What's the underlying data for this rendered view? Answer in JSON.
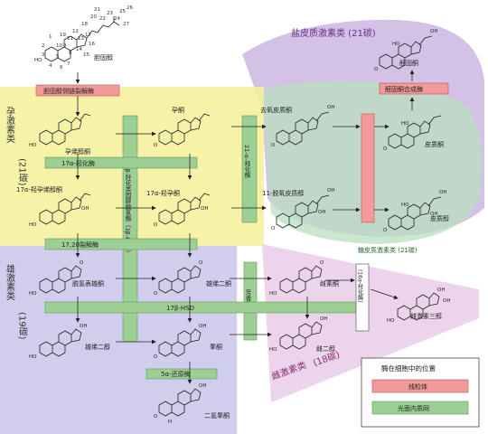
{
  "regions": {
    "progestogen": {
      "title": "孕激素类",
      "count": "(21碳)",
      "color": "#f4f19a"
    },
    "androgen": {
      "title": "雄激素类",
      "count": "(19碳)",
      "color": "#c9c5ea"
    },
    "estrogen": {
      "title": "雌激素类",
      "count": "(18碳)",
      "color": "#ead0ea"
    },
    "glucocorticoid": {
      "title": "糖皮质激素类 (21碳)",
      "color": "#b9dfc0"
    },
    "mineralocorticoid": {
      "title": "盐皮质激素类 (21碳)",
      "color": "#c6aede"
    }
  },
  "compounds": {
    "cholesterol": "胆固醇",
    "pregnenolone": "孕烯醇酮",
    "progesterone": "孕酮",
    "deoxycorticosterone": "去氧皮质酮",
    "corticosterone": "皮质酮",
    "aldosterone": "醛固酮",
    "hydroxypregnenolone": "17α-羟孕烯醇酮",
    "hydroxyprogesterone": "17α-羟孕酮",
    "deoxycortisol": "11-脱氧皮质醇",
    "cortisol": "皮质醇",
    "dhea": "脱氢表雄酮",
    "androstenedione": "雄烯二酮",
    "androstenediol": "雄烯二醇",
    "testosterone": "睾酮",
    "estrone": "雌素酮",
    "estradiol": "雌二醇",
    "estriol": "雌激素三醇",
    "dht": "二氢睾酮"
  },
  "enzymes": {
    "scc": "胆固醇侧链裂解酶",
    "aldosterone_synthase": "醛固酮合成酶",
    "hydroxylase17": "17α-羟化酶",
    "lyase": "17,20裂解酶",
    "hsd3b": "3-β-羟化类固醇脱氢酶（3β-HSD）",
    "hydroxylase21": "21-α-羟化酶",
    "hsd17b": "17β-HSD",
    "aromatase": "芳香酶",
    "reductase5a": "5α-还原酶",
    "hsd16a": "(16α-羟化酶)"
  },
  "atom_numbers": [
    "1",
    "2",
    "3",
    "4",
    "5",
    "6",
    "7",
    "8",
    "9",
    "10",
    "11",
    "12",
    "13",
    "14",
    "15",
    "16",
    "17",
    "18",
    "19",
    "20",
    "21",
    "22",
    "23",
    "24",
    "25",
    "26",
    "27"
  ],
  "legend": {
    "title": "酶在细胞中的位置",
    "mito": "线粒体",
    "er": "光面内质网",
    "mito_color": "#f29a9a",
    "er_color": "#9dcf95"
  }
}
